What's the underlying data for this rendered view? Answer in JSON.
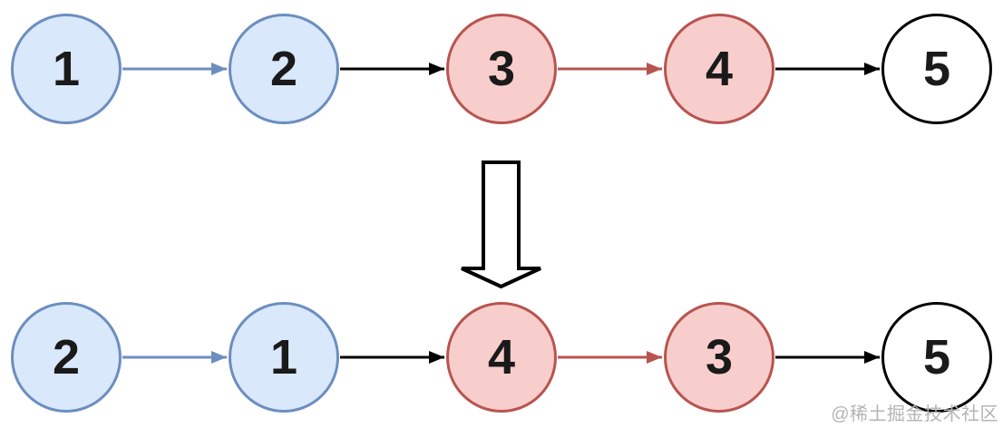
{
  "colors": {
    "blue_fill": "#dae8fc",
    "blue_stroke": "#6c8ebf",
    "red_fill": "#f8cecc",
    "red_stroke": "#b85450",
    "white_fill": "#ffffff",
    "black": "#000000",
    "node_text": "#1a1a1a",
    "watermark_gray": "#b4b4b4"
  },
  "lists": [
    {
      "id": "before",
      "nodes": [
        {
          "label": "1",
          "color": "blue"
        },
        {
          "label": "2",
          "color": "blue"
        },
        {
          "label": "3",
          "color": "red"
        },
        {
          "label": "4",
          "color": "red"
        },
        {
          "label": "5",
          "color": "white"
        }
      ],
      "links": [
        {
          "from": "1",
          "to": "2",
          "color": "blue"
        },
        {
          "from": "2",
          "to": "3",
          "color": "black"
        },
        {
          "from": "3",
          "to": "4",
          "color": "red"
        },
        {
          "from": "4",
          "to": "5",
          "color": "black"
        }
      ]
    },
    {
      "id": "after",
      "nodes": [
        {
          "label": "2",
          "color": "blue"
        },
        {
          "label": "1",
          "color": "blue"
        },
        {
          "label": "4",
          "color": "red"
        },
        {
          "label": "3",
          "color": "red"
        },
        {
          "label": "5",
          "color": "white"
        }
      ],
      "links": [
        {
          "from": "2",
          "to": "1",
          "color": "blue"
        },
        {
          "from": "1",
          "to": "4",
          "color": "black"
        },
        {
          "from": "4",
          "to": "3",
          "color": "red"
        },
        {
          "from": "3",
          "to": "5",
          "color": "black"
        }
      ]
    }
  ],
  "transform_arrow": {
    "shape": "down-arrow",
    "fill": "#ffffff",
    "stroke": "#000000"
  },
  "watermark": "@稀土掘金技术社区"
}
